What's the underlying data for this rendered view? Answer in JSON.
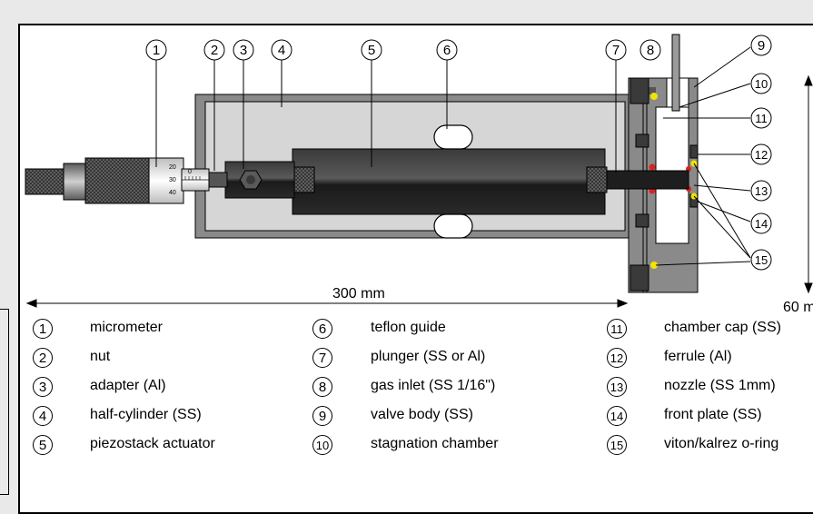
{
  "callouts": [
    "1",
    "2",
    "3",
    "4",
    "5",
    "6",
    "7",
    "8",
    "9",
    "10",
    "11",
    "12",
    "13",
    "14",
    "15"
  ],
  "micrometer_scale": [
    "0",
    "20",
    "30",
    "40"
  ],
  "dimension_length": "300 mm",
  "dimension_height": "60 m",
  "legend": [
    {
      "num": "1",
      "label": "micrometer"
    },
    {
      "num": "2",
      "label": "nut"
    },
    {
      "num": "3",
      "label": "adapter (Al)"
    },
    {
      "num": "4",
      "label": "half-cylinder (SS)"
    },
    {
      "num": "5",
      "label": "piezostack actuator"
    },
    {
      "num": "6",
      "label": "teflon guide"
    },
    {
      "num": "7",
      "label": "plunger (SS or Al)"
    },
    {
      "num": "8",
      "label": "gas inlet (SS 1/16\")"
    },
    {
      "num": "9",
      "label": "valve body (SS)"
    },
    {
      "num": "10",
      "label": "stagnation chamber"
    },
    {
      "num": "11",
      "label": "chamber cap (SS)"
    },
    {
      "num": "12",
      "label": "ferrule (Al)"
    },
    {
      "num": "13",
      "label": "nozzle (SS 1mm)"
    },
    {
      "num": "14",
      "label": "front plate (SS)"
    },
    {
      "num": "15",
      "label": "viton/kalrez o-ring"
    }
  ],
  "colors": {
    "body": "#8a8a8a",
    "inner": "#d6d6d6",
    "dark": "#1a1a1a",
    "oring_red": "#e02020",
    "oring_yellow": "#f2e400"
  }
}
